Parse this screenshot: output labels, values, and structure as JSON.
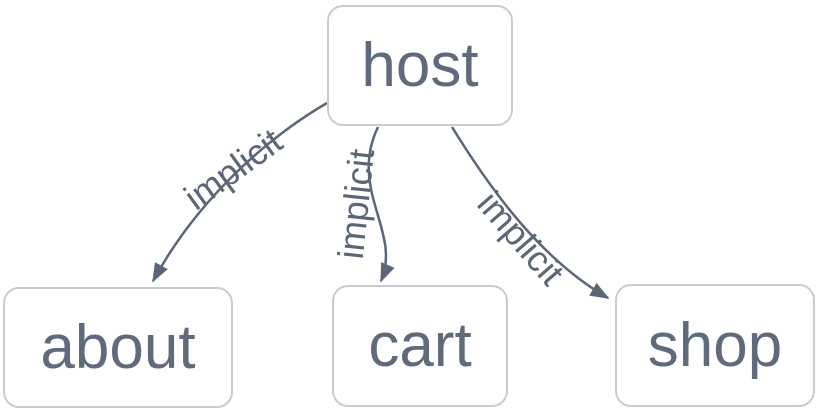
{
  "diagram": {
    "type": "graph",
    "nodes": [
      {
        "id": "host",
        "label": "host"
      },
      {
        "id": "about",
        "label": "about"
      },
      {
        "id": "cart",
        "label": "cart"
      },
      {
        "id": "shop",
        "label": "shop"
      }
    ],
    "edges": [
      {
        "from": "host",
        "to": "about",
        "label": "implicit"
      },
      {
        "from": "host",
        "to": "cart",
        "label": "implicit"
      },
      {
        "from": "host",
        "to": "shop",
        "label": "implicit"
      }
    ],
    "colors": {
      "node_border": "#c8ccd2",
      "node_text": "#5f6b7c",
      "edge_stroke": "#5b6678",
      "edge_label": "#5b6678",
      "background": "#ffffff"
    }
  }
}
